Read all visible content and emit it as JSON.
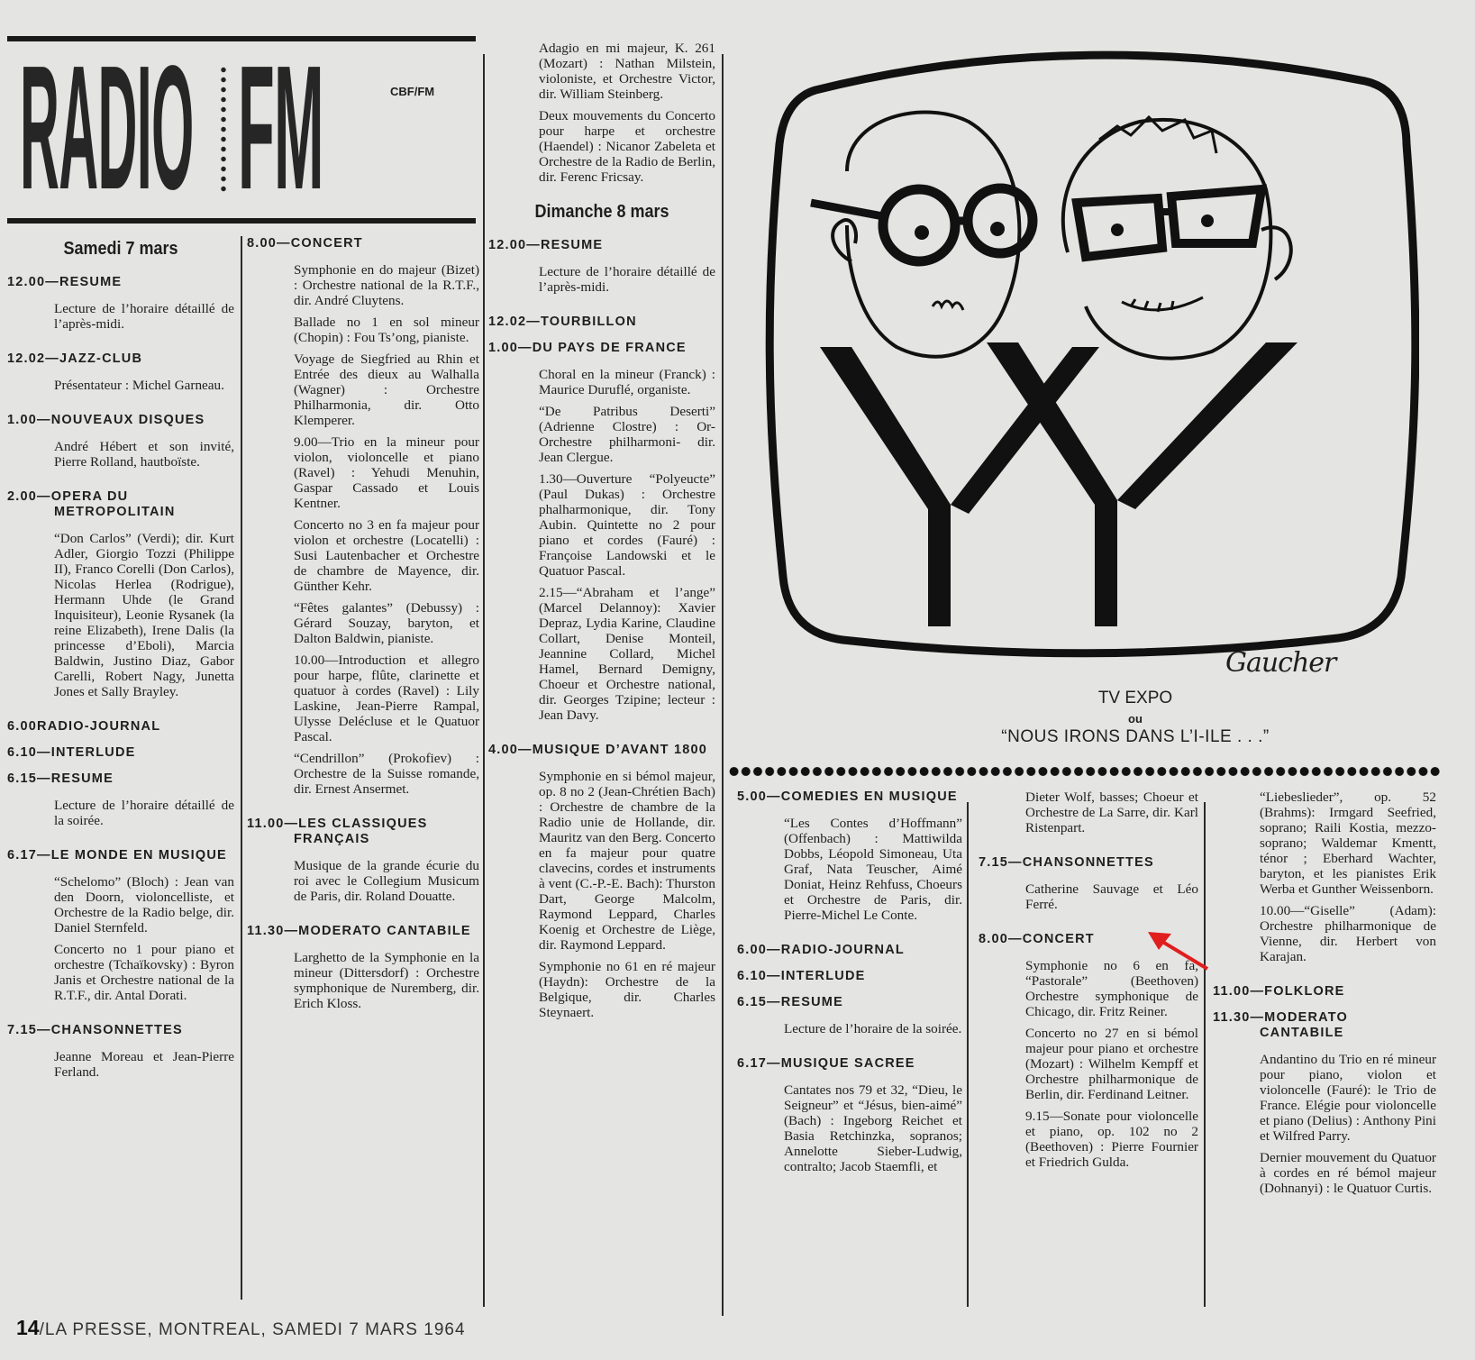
{
  "masthead": {
    "word1": "RADIO",
    "word2": "FM",
    "station": "CBF/FM"
  },
  "cartoon": {
    "caption_line1": "TV EXPO",
    "caption_line2": "ou",
    "caption_line3": "“NOUS IRONS DANS L’I-ILE . . .”",
    "signature": "Gaucher"
  },
  "annotation": {
    "arrow_color": "#e01e1e"
  },
  "footer": {
    "page": "14",
    "text": "/LA PRESSE, MONTREAL, SAMEDI 7 MARS 1964"
  },
  "columns": [
    {
      "blocks": [
        {
          "t": "day",
          "text": "Samedi 7 mars"
        },
        {
          "t": "hd",
          "text": "12.00—RESUME"
        },
        {
          "t": "p",
          "text": "Lecture de l’horaire détaillé de l’après-midi.",
          "last": true
        },
        {
          "t": "hd",
          "text": "12.02—JAZZ-CLUB"
        },
        {
          "t": "p",
          "text": "Présentateur : Michel Garneau.",
          "last": true
        },
        {
          "t": "hd",
          "text": "1.00—NOUVEAUX DISQUES"
        },
        {
          "t": "p",
          "text": "André Hébert et son invité, Pierre Rolland, hautboïste.",
          "last": true
        },
        {
          "t": "hd",
          "text": "2.00—OPERA DU METROPOLITAIN"
        },
        {
          "t": "p",
          "text": "“Don Carlos” (Verdi); dir. Kurt Adler, Giorgio Tozzi (Philippe II), Franco Corelli (Don Carlos), Nicolas Herlea (Rodrigue), Hermann Uhde (le Grand Inquisiteur), Leonie Rysanek (la reine Elizabeth), Irene Dalis (la princesse d’Eboli), Marcia Baldwin, Justino Diaz, Gabor Carelli, Robert Nagy, Junetta Jones et Sally Brayley.",
          "last": true
        },
        {
          "t": "hd",
          "text": "6.00RADIO-JOURNAL"
        },
        {
          "t": "hd",
          "text": "6.10—INTERLUDE"
        },
        {
          "t": "hd",
          "text": "6.15—RESUME"
        },
        {
          "t": "p",
          "text": "Lecture de l’horaire détaillé de la soirée.",
          "last": true
        },
        {
          "t": "hd",
          "text": "6.17—LE MONDE EN MUSIQUE"
        },
        {
          "t": "p",
          "text": "“Schelomo” (Bloch) : Jean van den Doorn, violoncelliste, et Orchestre de la Radio belge, dir. Daniel Sternfeld."
        },
        {
          "t": "p",
          "text": "Concerto no 1 pour piano et orchestre (Tchaïkovsky) : Byron Janis et Orchestre national de la R.T.F., dir. Antal Dorati.",
          "last": true
        },
        {
          "t": "hd",
          "text": "7.15—CHANSONNETTES"
        },
        {
          "t": "p",
          "text": "Jeanne Moreau et Jean-Pierre Ferland."
        }
      ]
    },
    {
      "blocks": [
        {
          "t": "hd",
          "text": "8.00—CONCERT"
        },
        {
          "t": "p",
          "text": "Symphonie en do majeur (Bizet) : Orchestre national de la R.T.F., dir. André Cluytens."
        },
        {
          "t": "p",
          "text": "Ballade no 1 en sol mineur (Chopin) : Fou Ts’ong, pianiste."
        },
        {
          "t": "p",
          "text": "Voyage de Siegfried au Rhin et Entrée des dieux au Walhalla (Wagner) : Orchestre Philharmonia, dir. Otto Klemperer."
        },
        {
          "t": "p",
          "text": "9.00—Trio en la mineur pour violon, violoncelle et piano (Ravel) : Yehudi Menuhin, Gaspar Cassado et Louis Kentner."
        },
        {
          "t": "p",
          "text": "Concerto no 3 en fa majeur pour violon et orchestre (Locatelli) : Susi Lautenbacher et Orchestre de chambre de Mayence, dir. Günther Kehr."
        },
        {
          "t": "p",
          "text": "“Fêtes galantes” (Debussy) : Gérard Souzay, baryton, et Dalton Baldwin, pianiste."
        },
        {
          "t": "p",
          "text": "10.00—Introduction et allegro pour harpe, flûte, clarinette et quatuor à cordes (Ravel) : Lily Laskine, Jean-Pierre Rampal, Ulysse Delécluse et le Quatuor Pascal."
        },
        {
          "t": "p",
          "text": "“Cendrillon” (Prokofiev) : Orchestre de la Suisse romande, dir. Ernest Ansermet.",
          "last": true
        },
        {
          "t": "hd",
          "text": "11.00—LES CLASSIQUES FRANÇAIS"
        },
        {
          "t": "p",
          "text": "Musique de la grande écurie du roi avec le Collegium Musicum de Paris, dir. Roland Douatte.",
          "last": true
        },
        {
          "t": "hd",
          "text": "11.30—MODERATO CANTABILE"
        },
        {
          "t": "p",
          "text": "Larghetto de la Symphonie en la mineur (Dittersdorf) : Orchestre symphonique de Nuremberg, dir. Erich Kloss."
        }
      ]
    },
    {
      "blocks": [
        {
          "t": "p",
          "text": "Adagio en mi majeur, K. 261 (Mozart) : Nathan Milstein, violoniste, et Orchestre Victor, dir. William Steinberg."
        },
        {
          "t": "p",
          "text": "Deux mouvements du Concerto pour harpe et orchestre (Haendel) : Nicanor Zabeleta et Orchestre de la Radio de Berlin, dir. Ferenc Fricsay.",
          "last": true
        },
        {
          "t": "day",
          "text": "Dimanche 8 mars"
        },
        {
          "t": "hd",
          "text": "12.00—RESUME"
        },
        {
          "t": "p",
          "text": "Lecture de l’horaire détaillé de l’après-midi.",
          "last": true
        },
        {
          "t": "hd",
          "text": "12.02—TOURBILLON"
        },
        {
          "t": "hd",
          "text": "1.00—DU PAYS DE FRANCE"
        },
        {
          "t": "p",
          "text": "Choral en la mineur (Franck) : Maurice Duruflé, organiste."
        },
        {
          "t": "p",
          "text": "“De Patribus Deserti” (Adrienne Clostre) : Or- Orchestre philharmoni- dir. Jean Clergue."
        },
        {
          "t": "p",
          "text": "1.30—Ouverture “Polyeucte” (Paul Dukas) : Orchestre phalharmonique, dir. Tony Aubin. Quintette no 2 pour piano et cordes (Fauré) : Françoise Landowski et le Quatuor Pascal."
        },
        {
          "t": "p",
          "text": "2.15—“Abraham et l’ange” (Marcel Delannoy): Xavier Depraz, Lydia Karine, Claudine Collart, Denise Monteil, Jeannine Collard, Michel Hamel, Bernard Demigny, Choeur et Orchestre national, dir. Georges Tzipine; lecteur : Jean Davy.",
          "last": true
        },
        {
          "t": "hd",
          "text": "4.00—MUSIQUE D’AVANT 1800"
        },
        {
          "t": "p",
          "text": "Symphonie en si bémol majeur, op. 8 no 2 (Jean-Chrétien Bach) : Orchestre de chambre de la Radio unie de Hollande, dir. Mauritz van den Berg. Concerto en fa majeur pour quatre clavecins, cordes et instruments à vent (C.-P.-E. Bach): Thurston Dart, George Malcolm, Raymond Leppard, Charles Koenig et Orchestre de Liège, dir. Raymond Leppard."
        },
        {
          "t": "p",
          "text": "Symphonie no 61 en ré majeur (Haydn): Orchestre de la Belgique, dir. Charles Steynaert."
        }
      ]
    },
    {
      "blocks": [
        {
          "t": "hd",
          "text": "5.00—COMEDIES EN MUSIQUE"
        },
        {
          "t": "p",
          "text": "“Les Contes d’Hoffmann” (Offenbach) : Mattiwilda Dobbs, Léopold Simoneau, Uta Graf, Nata Teuscher, Aimé Doniat, Heinz Rehfuss, Choeurs et Orchestre de Paris, dir. Pierre-Michel Le Conte.",
          "last": true
        },
        {
          "t": "hd",
          "text": "6.00—RADIO-JOURNAL"
        },
        {
          "t": "hd",
          "text": "6.10—INTERLUDE"
        },
        {
          "t": "hd",
          "text": "6.15—RESUME"
        },
        {
          "t": "p",
          "text": "Lecture de l’horaire de la soirée.",
          "last": true
        },
        {
          "t": "hd",
          "text": "6.17—MUSIQUE SACREE"
        },
        {
          "t": "p",
          "text": "Cantates nos 79 et 32, “Dieu, le Seigneur” et “Jésus, bien-aimé” (Bach) : Ingeborg Reichet et Basia Retchinzka, sopranos; Annelotte Sieber-Ludwig, contralto; Jacob Staemfli, et"
        }
      ]
    },
    {
      "blocks": [
        {
          "t": "p",
          "text": "Dieter Wolf, basses; Choeur et Orchestre de La Sarre, dir. Karl Ristenpart.",
          "last": true
        },
        {
          "t": "hd",
          "text": "7.15—CHANSONNETTES"
        },
        {
          "t": "p",
          "text": "Catherine Sauvage et Léo Ferré.",
          "last": true
        },
        {
          "t": "hd",
          "text": "8.00—CONCERT"
        },
        {
          "t": "p",
          "text": "Symphonie no 6 en fa, “Pastorale” (Beethoven) Orchestre symphonique de Chicago, dir. Fritz Reiner."
        },
        {
          "t": "p",
          "text": "Concerto no 27 en si bémol majeur pour piano et orchestre (Mozart) : Wilhelm Kempff et Orchestre philharmonique de Berlin, dir. Ferdinand Leitner."
        },
        {
          "t": "p",
          "text": "9.15—Sonate pour violoncelle et piano, op. 102 no 2 (Beethoven) : Pierre Fournier et Friedrich Gulda."
        }
      ]
    },
    {
      "blocks": [
        {
          "t": "p",
          "text": "“Liebeslieder”, op. 52 (Brahms): Irmgard Seefried, soprano; Raili Kostia, mezzo-soprano; Waldemar Kmentt, ténor ; Eberhard Wachter, baryton, et les pianistes Erik Werba et Gunther Weissenborn."
        },
        {
          "t": "p",
          "text": "10.00—“Giselle” (Adam): Orchestre philharmonique de Vienne, dir. Herbert von Karajan.",
          "last": true
        },
        {
          "t": "hd",
          "text": "11.00—FOLKLORE"
        },
        {
          "t": "hd",
          "text": "11.30—MODERATO CANTABILE"
        },
        {
          "t": "p",
          "text": "Andantino du Trio en ré mineur pour piano, violon et violoncelle (Fauré): le Trio de France. Elégie pour violoncelle et piano (Delius) : Anthony Pini et Wilfred Parry."
        },
        {
          "t": "p",
          "text": "Dernier mouvement du Quatuor à cordes en ré bémol majeur (Dohnanyi) : le Quatuor Curtis."
        }
      ]
    }
  ]
}
